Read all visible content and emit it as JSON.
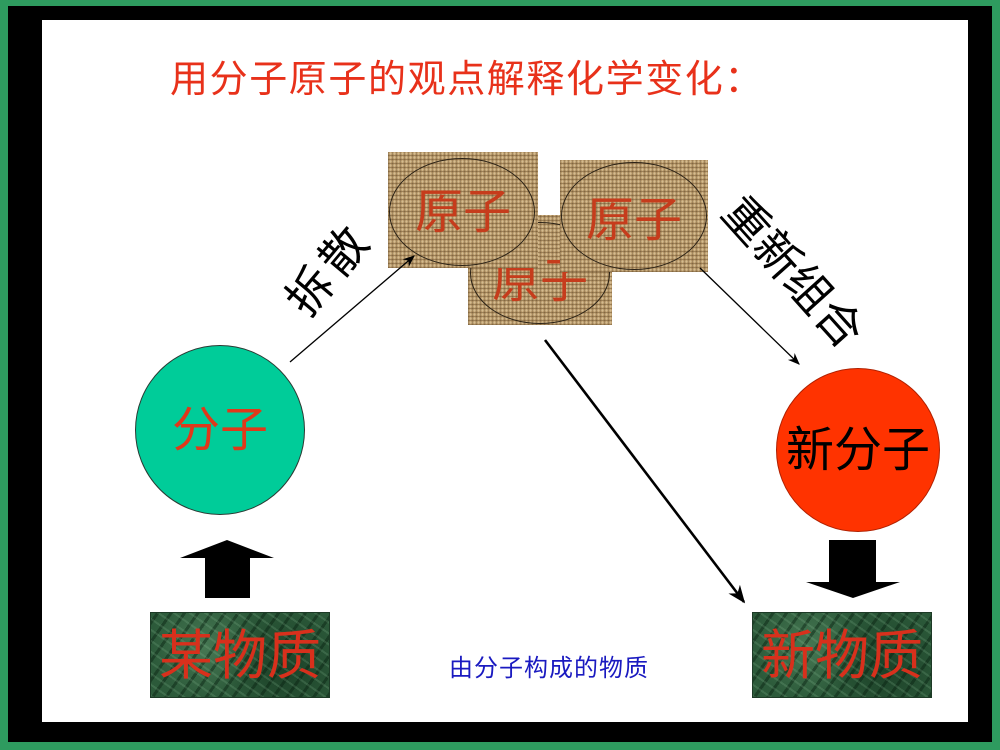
{
  "title": "用分子原子的观点解释化学变化：",
  "atoms": [
    {
      "label": "原子"
    },
    {
      "label": "原子"
    },
    {
      "label": "原子"
    }
  ],
  "arrows": {
    "split_label": "拆散",
    "recombine_label": "重新组合"
  },
  "molecule": {
    "label": "分子"
  },
  "new_molecule": {
    "label": "新分子"
  },
  "substance": {
    "label": "某物质"
  },
  "new_substance": {
    "label": "新物质"
  },
  "caption": "由分子构成的物质",
  "colors": {
    "frame_outer": "#2e9b5f",
    "frame_inner": "#000000",
    "title": "#e8311a",
    "atom_text": "#c63c1c",
    "molecule_fill": "#00cc99",
    "molecule_text": "#e0381a",
    "new_molecule_fill": "#ff3300",
    "substance_text": "#d8301c",
    "caption": "#1a1ac0"
  }
}
